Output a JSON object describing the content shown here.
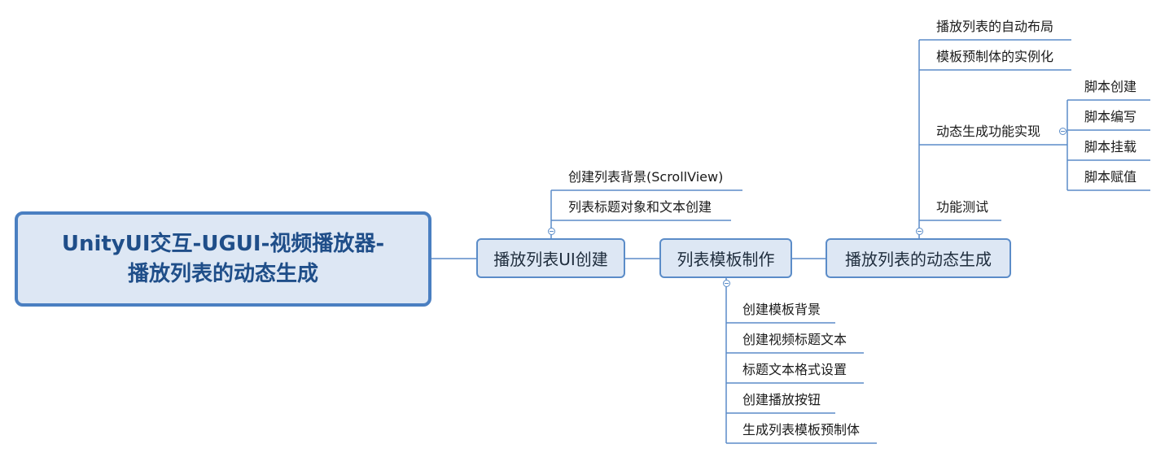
{
  "root": {
    "line1": "UnityUI交互-UGUI-视频播放器-",
    "line2": "播放列表的动态生成"
  },
  "branch1": {
    "label": "播放列表UI创建",
    "children": [
      "创建列表背景(ScrollView)",
      "列表标题对象和文本创建"
    ]
  },
  "branch2": {
    "label": "列表模板制作",
    "children": [
      "创建模板背景",
      "创建视频标题文本",
      "标题文本格式设置",
      "创建播放按钮",
      "生成列表模板预制体"
    ]
  },
  "branch3": {
    "label": "播放列表的动态生成",
    "children": [
      "播放列表的自动布局",
      "模板预制体的实例化",
      "动态生成功能实现",
      "功能测试"
    ],
    "sub": {
      "label": "动态生成功能实现",
      "children": [
        "脚本创建",
        "脚本编写",
        "脚本挂载",
        "脚本赋值"
      ]
    }
  },
  "colors": {
    "line": "#5b8cc8",
    "node_fill": "#dde7f4",
    "root_border": "#4a7fc1",
    "root_text": "#1f4e89"
  }
}
